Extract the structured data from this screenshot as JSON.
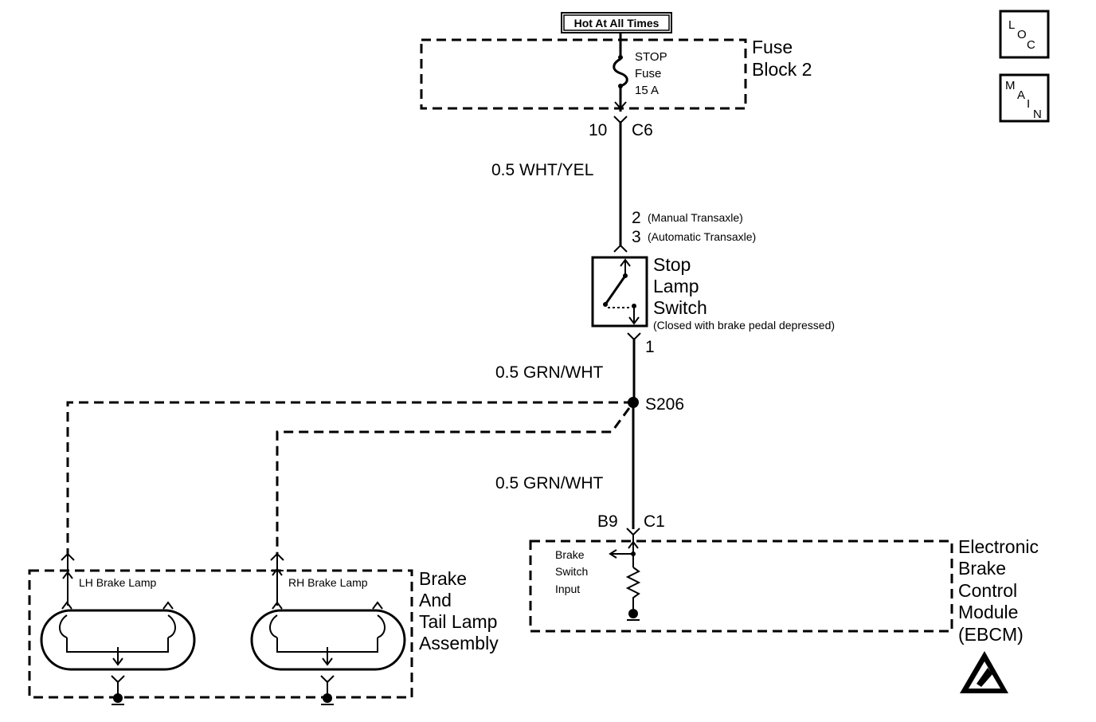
{
  "power": {
    "label": "Hot At All Times"
  },
  "fuse_block": {
    "name_line1": "Fuse",
    "name_line2": "Block 2",
    "fuse_line1": "STOP",
    "fuse_line2": "Fuse",
    "fuse_line3": "15 A"
  },
  "connector_c6": {
    "pin": "10",
    "name": "C6"
  },
  "wire_1": {
    "label": "0.5 WHT/YEL"
  },
  "switch_pins": {
    "pin_a": "2",
    "pin_a_note": "(Manual Transaxle)",
    "pin_b": "3",
    "pin_b_note": "(Automatic Transaxle)",
    "pin_out": "1"
  },
  "stop_lamp_switch": {
    "line1": "Stop",
    "line2": "Lamp",
    "line3": "Switch",
    "note": "(Closed with brake pedal depressed)"
  },
  "wire_2": {
    "label": "0.5 GRN/WHT"
  },
  "splice": {
    "label": "S206"
  },
  "wire_3": {
    "label": "0.5 GRN/WHT"
  },
  "connector_c1": {
    "pin": "B9",
    "name": "C1"
  },
  "ebcm": {
    "line1": "Electronic",
    "line2": "Brake",
    "line3": "Control",
    "line4": "Module",
    "line5": "(EBCM)",
    "input_line1": "Brake",
    "input_line2": "Switch",
    "input_line3": "Input"
  },
  "lamp_assembly": {
    "line1": "Brake",
    "line2": "And",
    "line3": "Tail Lamp",
    "line4": "Assembly",
    "lh_label": "LH Brake Lamp",
    "rh_label": "RH Brake Lamp"
  },
  "icons": {
    "loc": {
      "l": "L",
      "o": "O",
      "c": "C"
    },
    "main": {
      "m": "M",
      "a": "A",
      "i": "I",
      "n": "N"
    }
  }
}
